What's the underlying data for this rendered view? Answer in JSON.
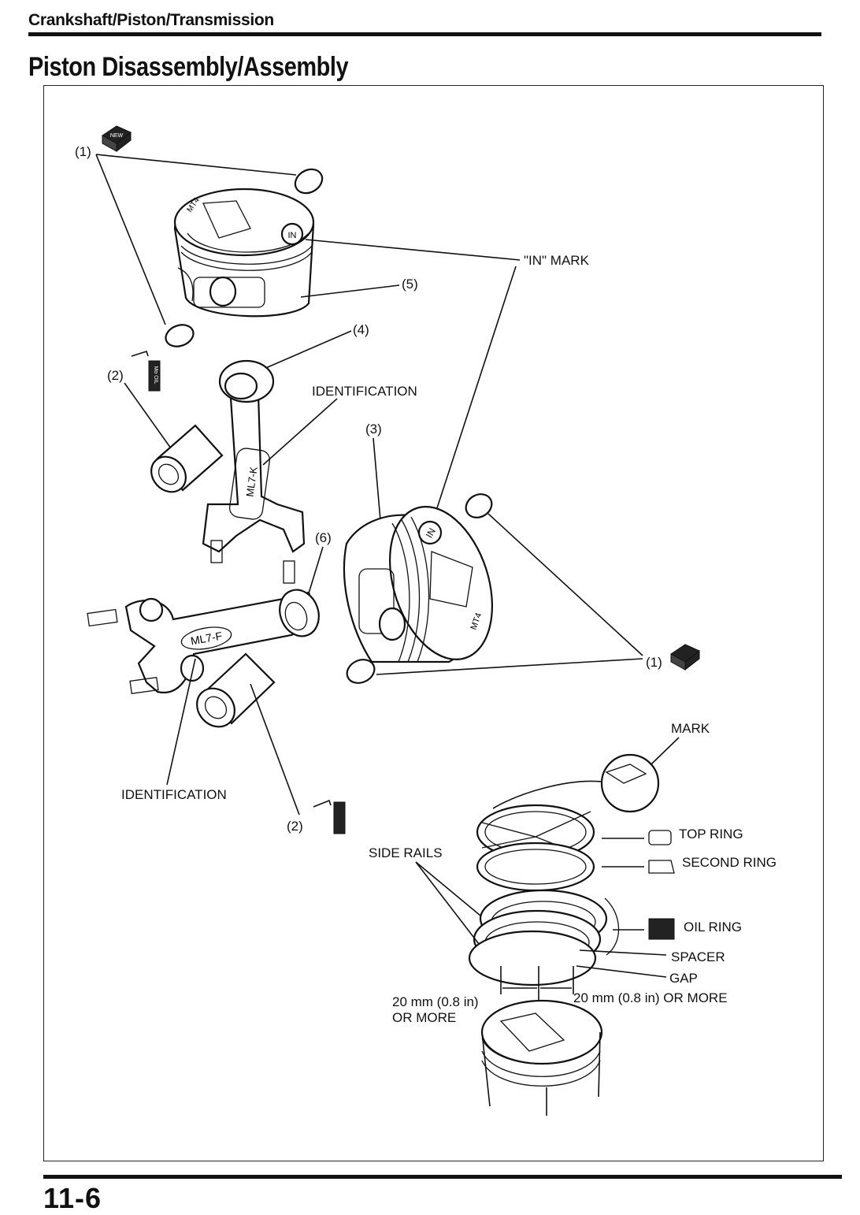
{
  "header": {
    "section": "Crankshaft/Piston/Transmission",
    "title": "Piston Disassembly/Assembly"
  },
  "callouts": {
    "c1_top": "(1)",
    "c1_right": "(1)",
    "c2_upper": "(2)",
    "c2_lower": "(2)",
    "c3": "(3)",
    "c4": "(4)",
    "c5": "(5)",
    "c6": "(6)",
    "in_mark": "\"IN\" MARK",
    "identification_upper": "IDENTIFICATION",
    "identification_lower": "IDENTIFICATION",
    "mark": "MARK",
    "side_rails": "SIDE RAILS",
    "top_ring": "TOP RING",
    "second_ring": "SECOND RING",
    "oil_ring": "OIL RING",
    "spacer": "SPACER",
    "gap": "GAP",
    "dim_left_1": "20 mm (0.8 in)",
    "dim_left_2": "OR MORE",
    "dim_right": "20 mm (0.8 in) OR MORE"
  },
  "part_markings": {
    "piston_top": "MT4",
    "piston_in": "IN",
    "rod_upper": "ML7-K",
    "rod_lower": "ML7-F",
    "new_badge": "NEW",
    "oil_badge": "Mo OIL"
  },
  "footer": {
    "page_number": "11-6"
  }
}
